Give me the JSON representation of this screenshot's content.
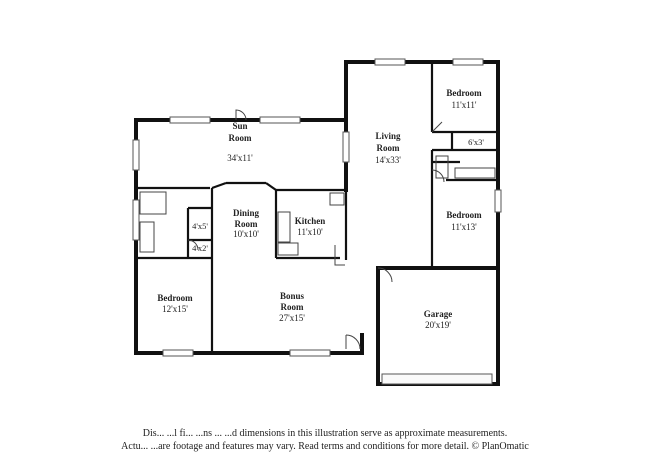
{
  "rooms": {
    "sun_room": {
      "name_line1": "Sun",
      "name_line2": "Room",
      "dims": "34'x11'"
    },
    "living_room": {
      "name_line1": "Living",
      "name_line2": "Room",
      "dims": "14'x33'"
    },
    "bedroom_ne": {
      "name": "Bedroom",
      "dims": "11'x11'"
    },
    "closet_ne": {
      "dims": "6'x3'"
    },
    "bedroom_e": {
      "name": "Bedroom",
      "dims": "11'x13'"
    },
    "dining_room": {
      "name_line1": "Dining",
      "name_line2": "Room",
      "dims": "10'x10'"
    },
    "kitchen": {
      "name": "Kitchen",
      "dims": "11'x10'"
    },
    "closet_w1": {
      "dims": "4'x5'"
    },
    "closet_w2": {
      "dims": "4'x2'"
    },
    "bedroom_w": {
      "name": "Bedroom",
      "dims": "12'x15'"
    },
    "bonus_room": {
      "name_line1": "Bonus",
      "name_line2": "Room",
      "dims": "27'x15'"
    },
    "garage": {
      "name": "Garage",
      "dims": "20'x19'"
    }
  },
  "disclaimer": {
    "line1": "Dis... ...l fi... ...ns ... ...d dimensions in this illustration serve as approximate measurements.",
    "line2": "Actu... ...are footage and features may vary. Read terms and conditions for more detail. © PlanOmatic"
  }
}
